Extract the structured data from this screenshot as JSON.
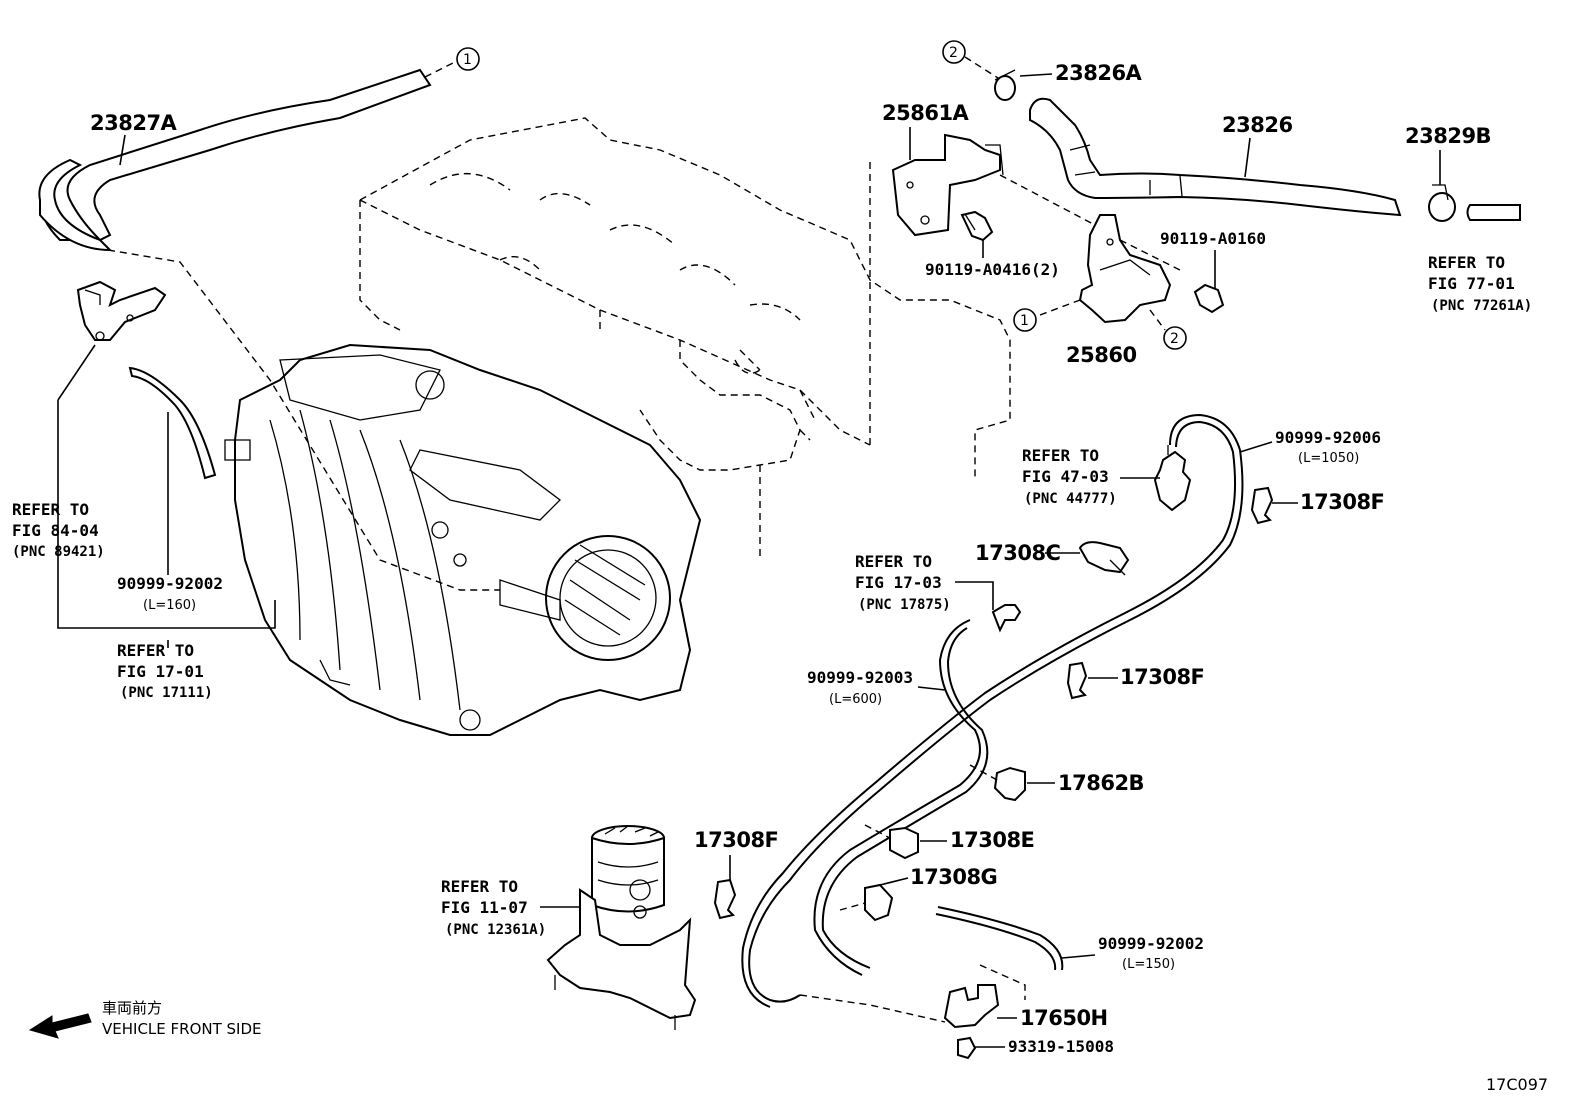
{
  "parts": {
    "p23827A": "23827A",
    "p23826A": "23826A",
    "p25861A": "25861A",
    "p23826": "23826",
    "p23829B": "23829B",
    "p90119A0416": "90119-A0416(2)",
    "p90119A0160": "90119-A0160",
    "p25860": "25860",
    "p90999_92006": "90999-92006",
    "p90999_92006_len": "(L=1050)",
    "p17308F_a": "17308F",
    "p17308C": "17308C",
    "p90999_92002a": "90999-92002",
    "p90999_92002a_len": "(L=160)",
    "p90999_92003": "90999-92003",
    "p90999_92003_len": "(L=600)",
    "p17308F_b": "17308F",
    "p17862B": "17862B",
    "p17308E": "17308E",
    "p17308F_c": "17308F",
    "p17308G": "17308G",
    "p90999_92002b": "90999-92002",
    "p90999_92002b_len": "(L=150)",
    "p17650H": "17650H",
    "p93319_15008": "93319-15008"
  },
  "refs": {
    "r7701": [
      "REFER TO",
      "FIG 77-01",
      "(PNC 77261A)"
    ],
    "r4703": [
      "REFER TO",
      "FIG 47-03",
      "(PNC 44777)"
    ],
    "r8404": [
      "REFER TO",
      "FIG 84-04",
      "(PNC 89421)"
    ],
    "r1703": [
      "REFER TO",
      "FIG 17-03",
      "(PNC 17875)"
    ],
    "r1701": [
      "REFER TO",
      "FIG 17-01",
      "(PNC 17111)"
    ],
    "r1107": [
      "REFER TO",
      "FIG 11-07",
      "(PNC 12361A)"
    ]
  },
  "callouts": {
    "c1_top": "1",
    "c2_top": "2",
    "c1_mid": "1",
    "c2_mid": "2"
  },
  "front": {
    "jp": "車両前方",
    "en": "VEHICLE FRONT SIDE"
  },
  "figure_code": "17C097"
}
